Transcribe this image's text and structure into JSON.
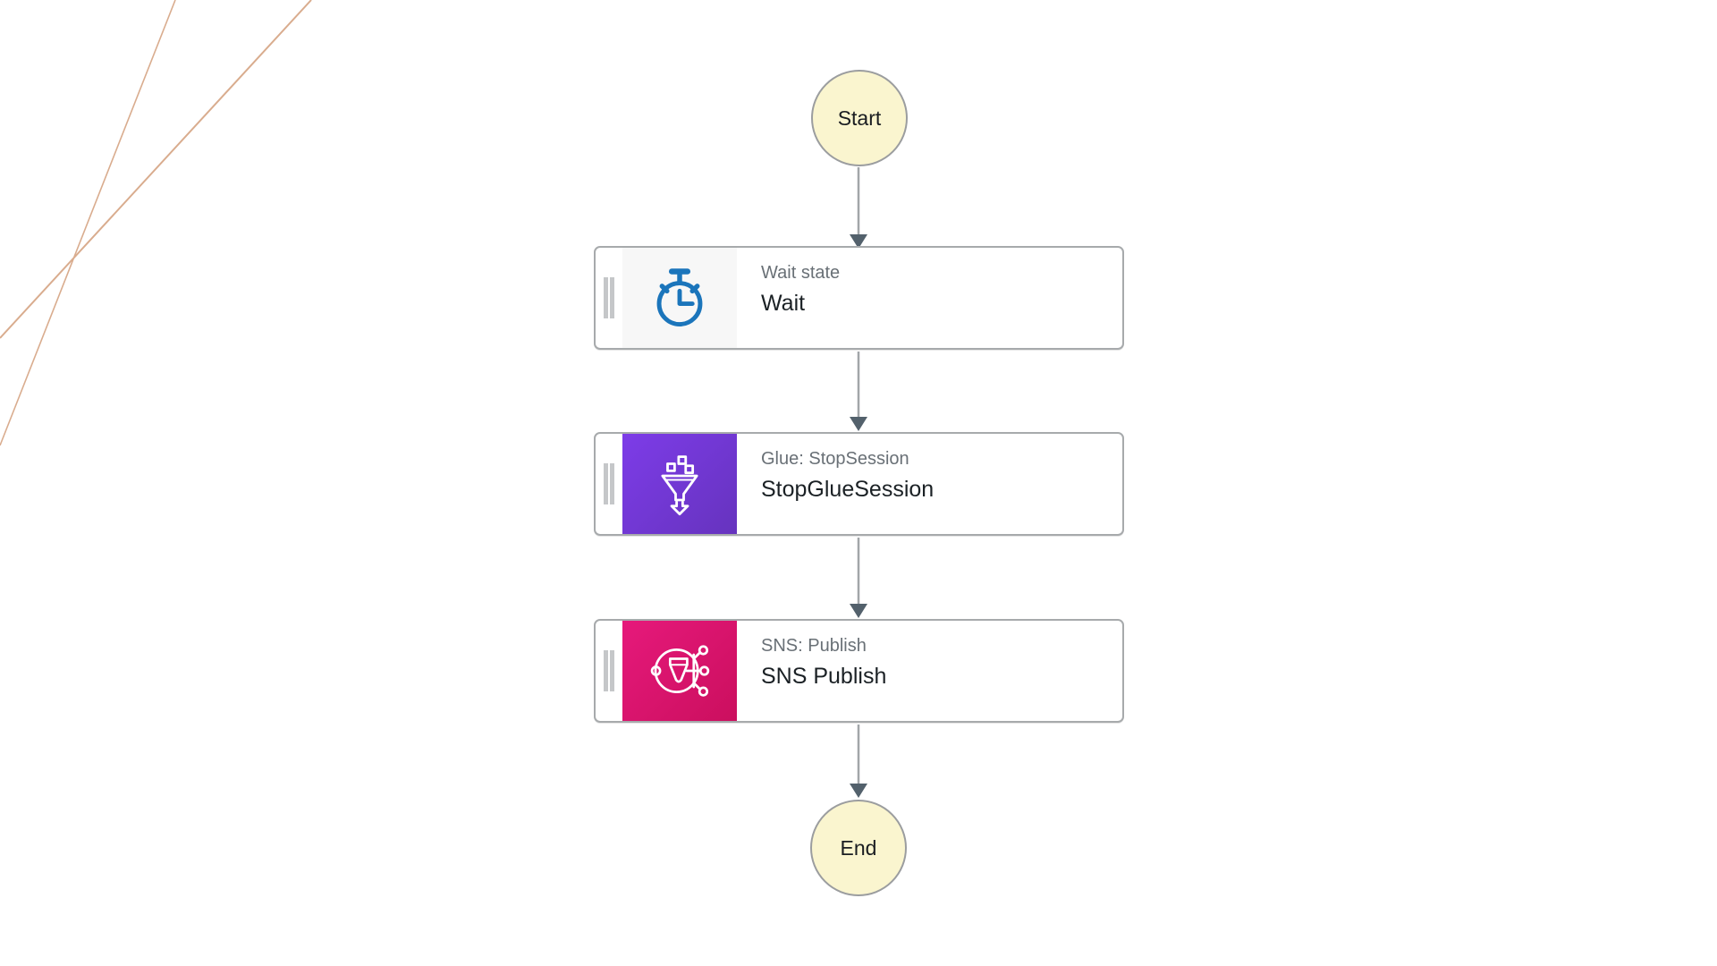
{
  "terminals": {
    "start": {
      "label": "Start"
    },
    "end": {
      "label": "End"
    }
  },
  "steps": [
    {
      "id": "wait",
      "type_label": "Wait state",
      "name": "Wait",
      "icon": "stopwatch-icon"
    },
    {
      "id": "glue",
      "type_label": "Glue: StopSession",
      "name": "StopGlueSession",
      "icon": "glue-funnel-icon"
    },
    {
      "id": "sns",
      "type_label": "SNS: Publish",
      "name": "SNS Publish",
      "icon": "sns-publish-icon"
    }
  ],
  "colors": {
    "background": "#ffffff",
    "decorative_line": "#d9ac8e",
    "terminal_fill": "#faf5cf",
    "terminal_border": "#9b9d9f",
    "terminal_text": "#1a1d21",
    "box_border": "#a7aaac",
    "arrow_line": "#a2a6a9",
    "arrow_head": "#53616c",
    "grip": "#c5c7c9",
    "label_type": "#697076",
    "label_name": "#1b2125",
    "wait_icon_bg": "#f7f7f7",
    "wait_icon_color": "#1b75bb",
    "glue_gradient_start": "#7d3ce8",
    "glue_gradient_end": "#6633be",
    "sns_gradient_start": "#e6197b",
    "sns_gradient_end": "#cb0f5e"
  }
}
